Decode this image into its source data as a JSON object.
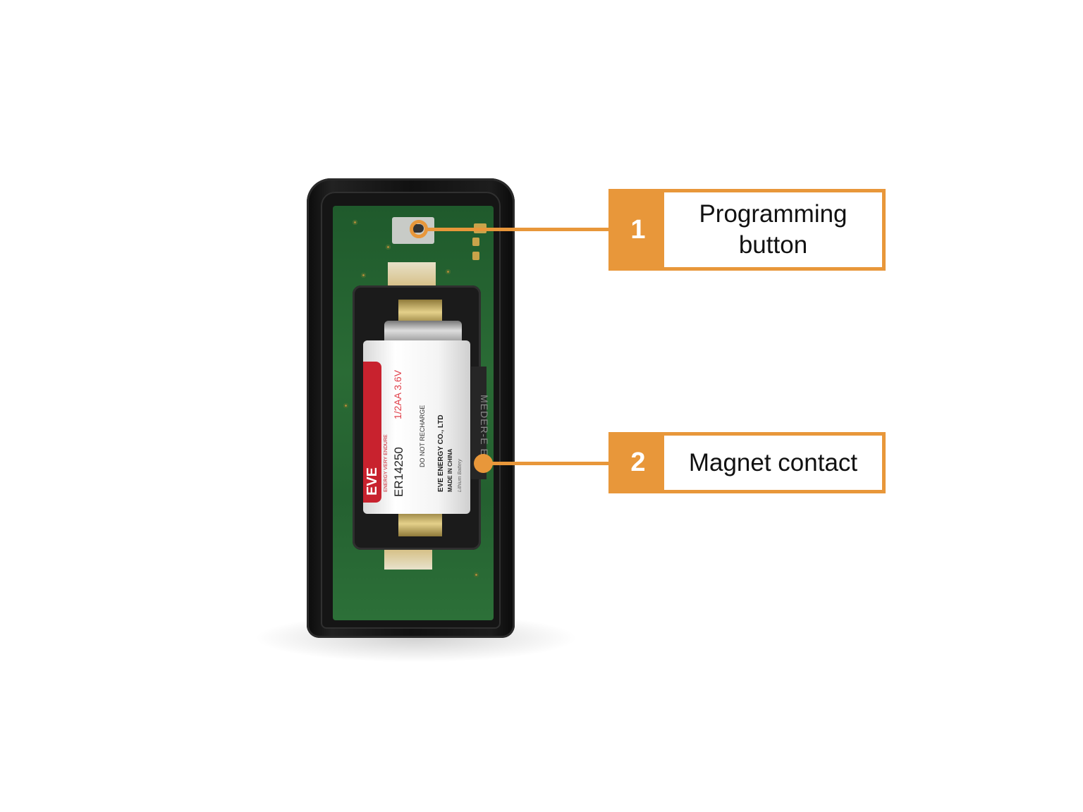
{
  "colors": {
    "accent": "#e8973a",
    "pcb": "#2a6b35",
    "case": "#151515"
  },
  "photo": {
    "battery_label": {
      "brand": "EVE",
      "tagline": "ENERGY VERY ENDURE",
      "model": "ER14250",
      "spec": "1/2AA 3.6V",
      "warning": "DO NOT RECHARGE",
      "maker": "EVE ENERGY CO., LTD",
      "origin": "MADE IN CHINA",
      "type": "Lithium Battery"
    },
    "reed_marking": "MEDER-E EO"
  },
  "callouts": [
    {
      "number": "1",
      "label": "Programming button"
    },
    {
      "number": "2",
      "label": "Magnet contact"
    }
  ]
}
